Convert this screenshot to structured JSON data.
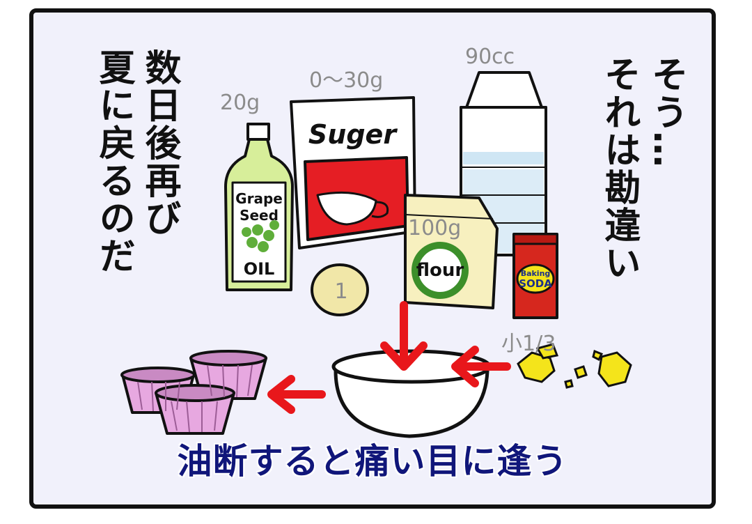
{
  "text": {
    "right_col1": "そう…",
    "right_col2": "それは勘違い",
    "left_col1": "数日後再び",
    "left_col2": "夏に戻るのだ",
    "caption": "油断すると痛い目に逢う"
  },
  "quantities": {
    "oil": "20g",
    "sugar": "0〜30g",
    "milk": "90cc",
    "flour": "100g",
    "egg": "1",
    "soda": "小1/3"
  },
  "labels": {
    "oil_line1": "Grape",
    "oil_line2": "Seed",
    "oil_line3": "OIL",
    "sugar": "Suger",
    "flour": "flour",
    "soda_line1": "Baking",
    "soda_line2": "SODA"
  },
  "colors": {
    "frame": "#111111",
    "background": "#f1f1fb",
    "caption": "#10167a",
    "arrow": "#e8171b",
    "cupcake": "#e7a8e0",
    "soda_box": "#d6271e",
    "butter": "#f4e41b",
    "oil_bottle": "#d7ee9a"
  },
  "icons": {
    "oil": "oil-bottle-icon",
    "sugar": "sugar-bag-icon",
    "milk": "milk-carton-icon",
    "flour": "flour-bag-icon",
    "egg": "egg-icon",
    "soda": "baking-soda-box-icon",
    "bowl": "mixing-bowl-icon",
    "cups": "cupcake-cups-icon"
  }
}
